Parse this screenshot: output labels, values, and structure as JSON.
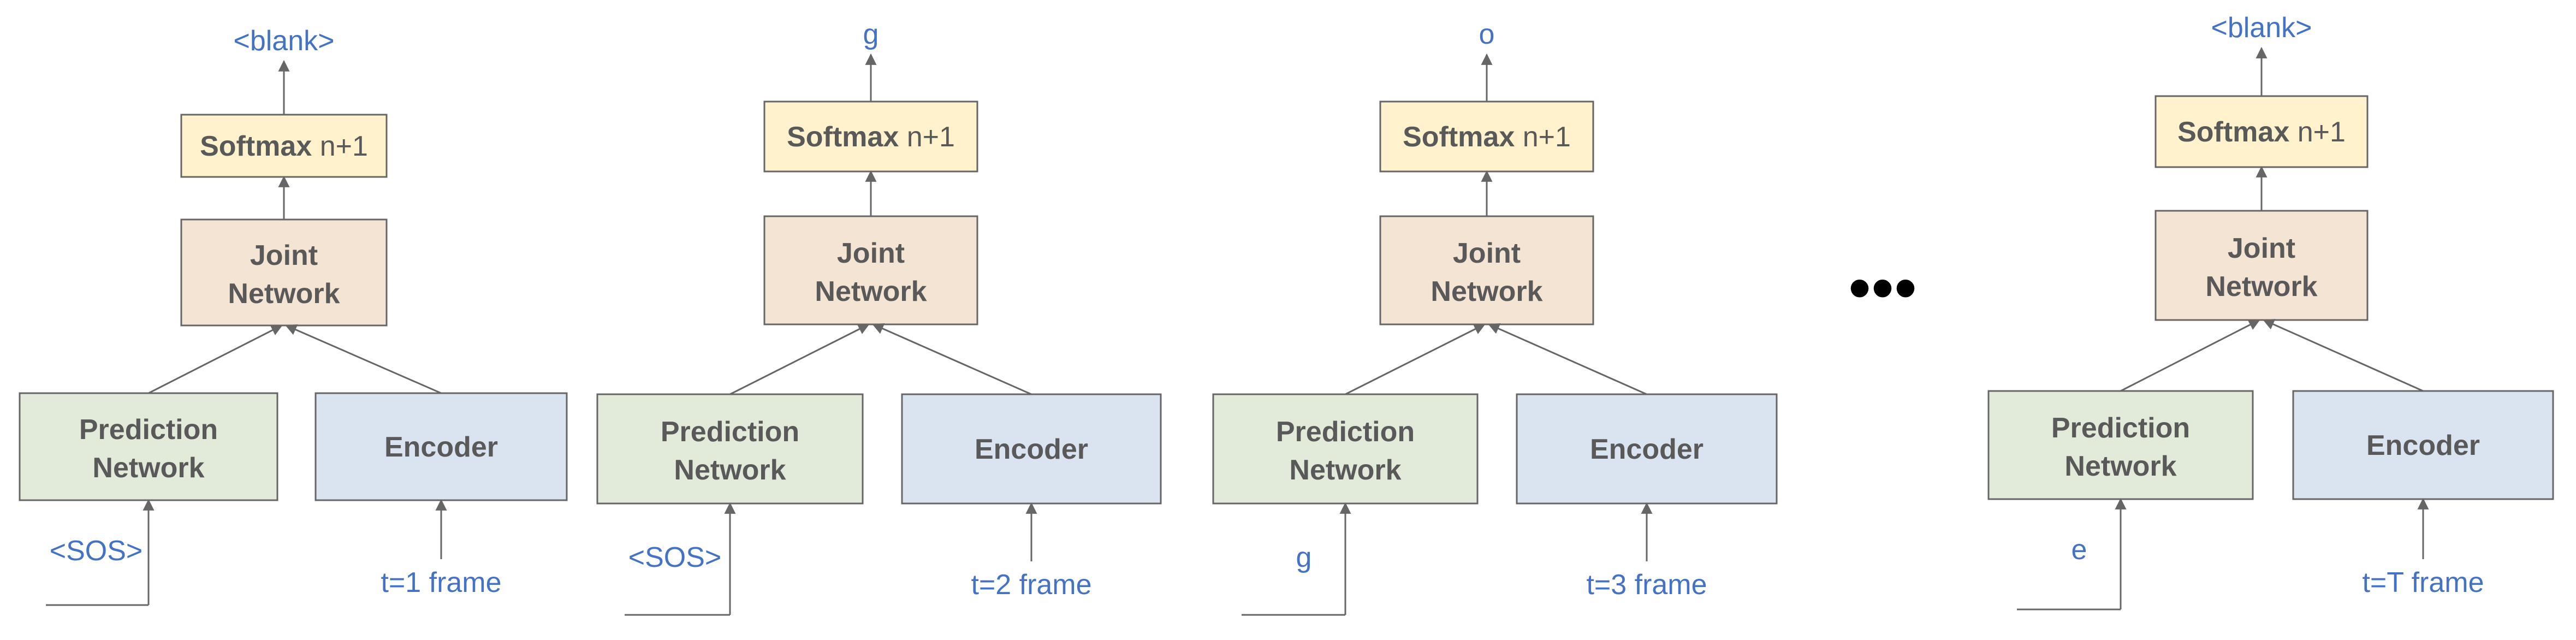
{
  "labels": {
    "softmax_bold": "Softmax",
    "softmax_rest": "n+1",
    "joint_line1": "Joint",
    "joint_line2": "Network",
    "prediction_line1": "Prediction",
    "prediction_line2": "Network",
    "encoder": "Encoder"
  },
  "colors": {
    "softmax_fill": "#fff2cc",
    "joint_fill": "#f4e4d4",
    "prediction_fill": "#e2ebd9",
    "encoder_fill": "#dae3f0",
    "outline": "#666666",
    "label_blue": "#4472c4",
    "text_gray": "#595959"
  },
  "steps": [
    {
      "output": "<blank>",
      "prediction_input": "<SOS>",
      "encoder_input": "t=1 frame"
    },
    {
      "output": "g",
      "prediction_input": "<SOS>",
      "encoder_input": "t=2 frame"
    },
    {
      "output": "o",
      "prediction_input": "g",
      "encoder_input": "t=3 frame"
    },
    {
      "output": "<blank>",
      "prediction_input": "e",
      "encoder_input": "t=T frame"
    }
  ],
  "ellipsis": "•••"
}
